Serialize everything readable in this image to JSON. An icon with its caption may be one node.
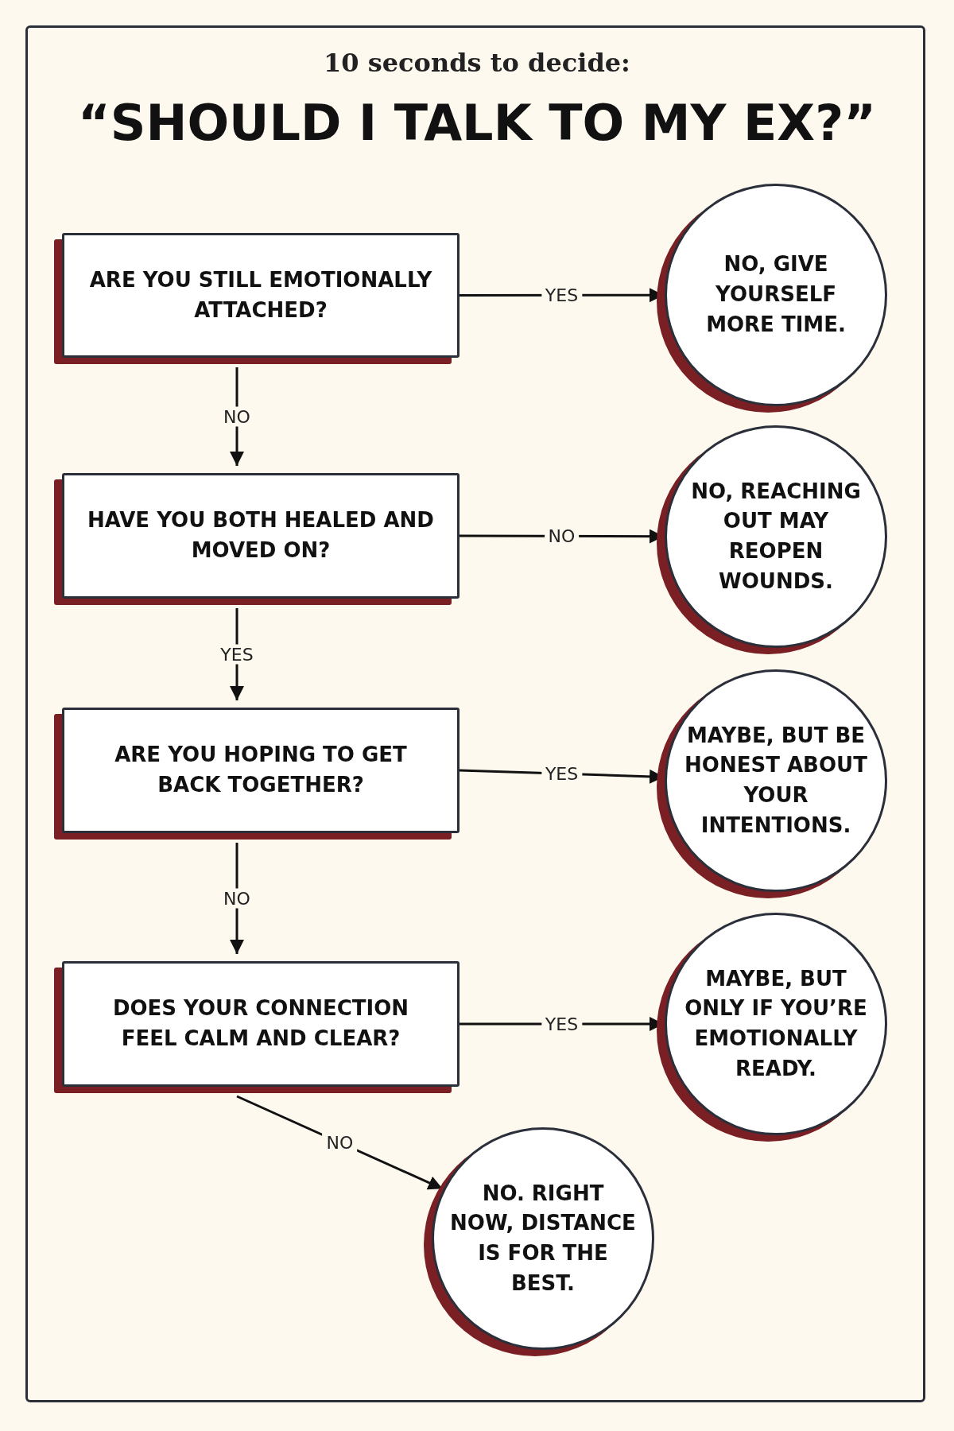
{
  "diagram": {
    "title": "“SHOULD I TALK TO MY EX?”",
    "nodes": [
      {
        "text": [
          "ARE YOU STILL EMOTIONALLY ATTACHED?"
        ]
      },
      {
        "text": [
          "NO, GIVE YOURSELF MORE TIME."
        ]
      },
      {
        "text": [
          "HAVE YOU BOTH HEALED AND MOVED ON?"
        ]
      },
      {
        "text": [
          "NO, REACHING OUT MAY REOPEN WOUNDS."
        ]
      },
      {
        "text": [
          "ARE YOU HOPING TO GET BACK TOGETHER?"
        ]
      },
      {
        "text": [
          "MAYBE, BUT BE HONEST ABOUT YOUR INTENTIONS."
        ]
      },
      {
        "text": [
          "DOES YOUR CONNECTION FEEL CALM AND CLEAR?"
        ]
      },
      {
        "text": [
          "MAYBE, BUT ONLY IF YOU’RE EMOTIONALLY READY."
        ]
      },
      {
        "text": [
          "NO. RIGHT NOW, DISTANCE IS FOR THE BEST."
        ]
      }
    ],
    "edges": [
      {
        "from": 0,
        "to": 1,
        "arrow": "to",
        "label": "YES"
      },
      {
        "from": 0,
        "to": 2,
        "arrow": "to",
        "label": "NO"
      },
      {
        "from": 2,
        "to": 3,
        "arrow": "to",
        "label": "NO"
      },
      {
        "from": 2,
        "to": 4,
        "arrow": "to",
        "label": "YES"
      },
      {
        "from": 4,
        "to": 5,
        "arrow": "to",
        "label": "YES"
      },
      {
        "from": 4,
        "to": 6,
        "arrow": "to",
        "label": "NO"
      },
      {
        "from": 6,
        "to": 7,
        "arrow": "to",
        "label": "YES"
      },
      {
        "from": 6,
        "to": 8,
        "arrow": "to",
        "label": "NO"
      }
    ],
    "labels": [
      "10 seconds to decide:"
    ]
  }
}
